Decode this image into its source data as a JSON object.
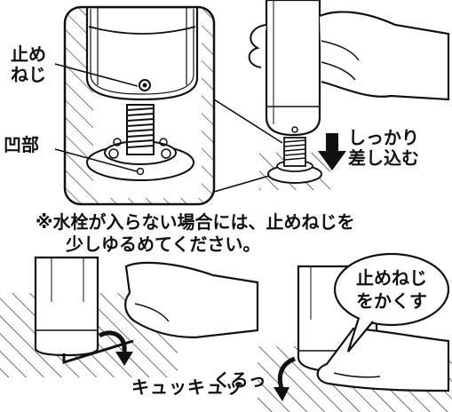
{
  "labels": {
    "stop_screw": [
      "止め",
      "ねじ"
    ],
    "recess": "凹部",
    "insert_firmly": [
      "しっかり",
      "差し込む"
    ]
  },
  "note": {
    "line1": "※水栓が入らない場合には、止めねじを",
    "line2": "少しゆるめてください。"
  },
  "step3": {
    "sound": "キュッキュッ"
  },
  "step4": {
    "sound": "くるっ",
    "bubble": [
      "止めねじ",
      "をかくす"
    ]
  }
}
